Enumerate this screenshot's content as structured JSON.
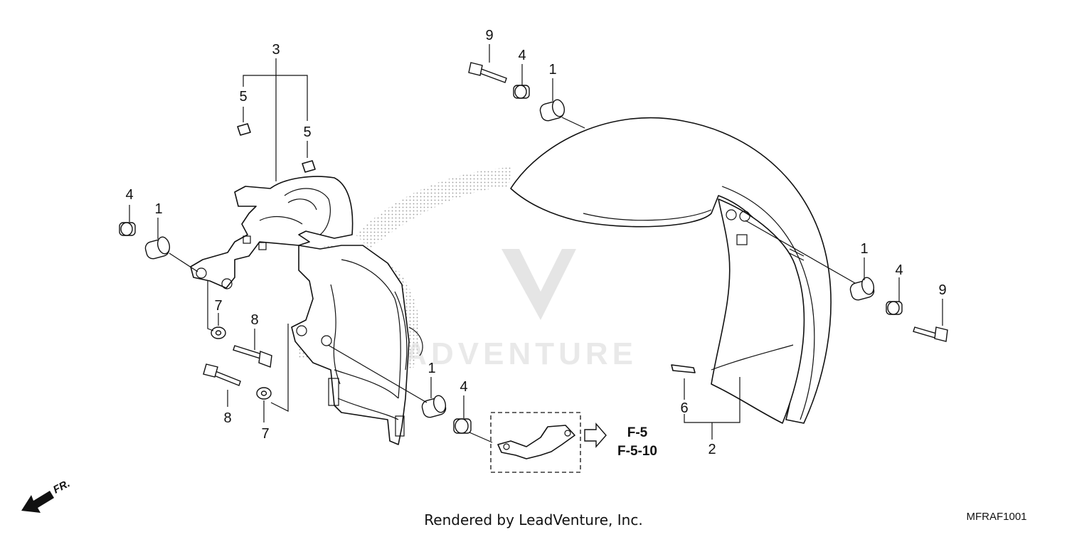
{
  "diagram": {
    "callouts": [
      {
        "id": "c3",
        "text": "3"
      },
      {
        "id": "c5a",
        "text": "5"
      },
      {
        "id": "c5b",
        "text": "5"
      },
      {
        "id": "c4a",
        "text": "4"
      },
      {
        "id": "c1a",
        "text": "1"
      },
      {
        "id": "c7a",
        "text": "7"
      },
      {
        "id": "c8a",
        "text": "8"
      },
      {
        "id": "c8b",
        "text": "8"
      },
      {
        "id": "c7b",
        "text": "7"
      },
      {
        "id": "c9a",
        "text": "9"
      },
      {
        "id": "c4b",
        "text": "4"
      },
      {
        "id": "c1b",
        "text": "1"
      },
      {
        "id": "c1c",
        "text": "1"
      },
      {
        "id": "c4c",
        "text": "4"
      },
      {
        "id": "c9b",
        "text": "9"
      },
      {
        "id": "c1d",
        "text": "1"
      },
      {
        "id": "c4d",
        "text": "4"
      },
      {
        "id": "c6",
        "text": "6"
      },
      {
        "id": "c2",
        "text": "2"
      }
    ],
    "reference": {
      "line1": "F-5",
      "line2": "F-5-10"
    },
    "front_indicator": "FR.",
    "watermark": "LEADVENTURE",
    "footer": "Rendered by LeadVenture, Inc.",
    "diagram_code": "MFRAF1001"
  }
}
